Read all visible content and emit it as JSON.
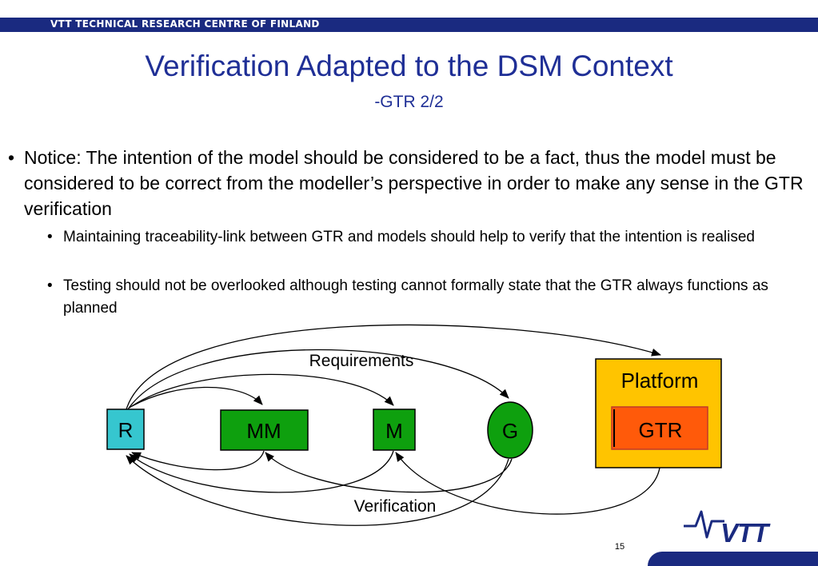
{
  "header": {
    "org": "VTT TECHNICAL RESEARCH CENTRE OF FINLAND"
  },
  "slide": {
    "title": "Verification Adapted to the DSM Context",
    "subtitle": "-GTR 2/2",
    "bullets": [
      {
        "text": "Notice: The intention of the model should be considered to be a fact, thus the model must be considered to be correct from the modeller’s perspective in order to make any sense in the GTR verification",
        "sub": [
          "Maintaining traceability-link between GTR and models should help to verify that the intention is realised",
          "Testing should not be overlooked although testing cannot formally state that the GTR always functions as planned"
        ]
      }
    ],
    "bullet_glyph": "•",
    "page_number": "15"
  },
  "diagram": {
    "nodes": {
      "r": "R",
      "mm": "MM",
      "m": "M",
      "g": "G",
      "platform": "Platform",
      "gtr": "GTR"
    },
    "edge_labels": {
      "requirements": "Requirements",
      "verification": "Verification"
    },
    "colors": {
      "r_fill": "#36c6cf",
      "mm_fill": "#0ea00e",
      "m_fill": "#0ea00e",
      "g_fill": "#0ea00e",
      "platform_fill": "#ffc400",
      "gtr_fill": "#ff5a0a"
    }
  },
  "logo": {
    "text": "VTT"
  }
}
